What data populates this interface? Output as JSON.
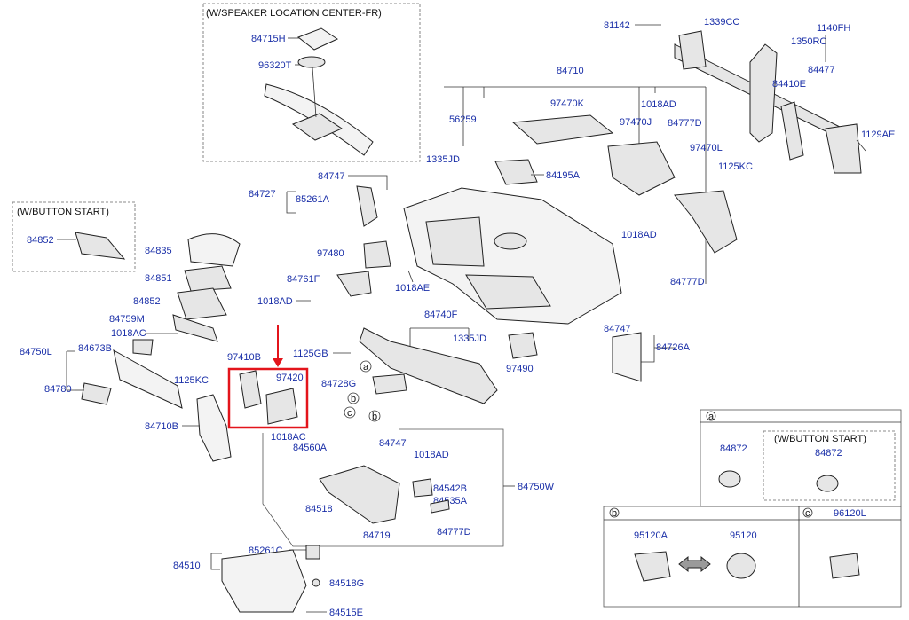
{
  "notes": {
    "speaker": "(W/SPEAKER LOCATION CENTER-FR)",
    "button_start": "(W/BUTTON START)",
    "button_start_inset": "(W/BUTTON START)"
  },
  "labels": {
    "p84715H": "84715H",
    "p96320T": "96320T",
    "p81142": "81142",
    "p1339CC": "1339CC",
    "p1140FH": "1140FH",
    "p1350RC": "1350RC",
    "p84477": "84477",
    "p84410E": "84410E",
    "p1129AE": "1129AE",
    "p1125KC_r": "1125KC",
    "p97470L": "97470L",
    "p84710": "84710",
    "p97470K": "97470K",
    "p1018AD_t": "1018AD",
    "p97470J": "97470J",
    "p84777D_t": "84777D",
    "p56259": "56259",
    "p1335JD_t": "1335JD",
    "p84195A": "84195A",
    "p1018AD_r": "1018AD",
    "p84777D_r": "84777D",
    "p84747_t": "84747",
    "p84727": "84727",
    "p85261A": "85261A",
    "p97480": "97480",
    "p84761F": "84761F",
    "p1018AD_l": "1018AD",
    "p1018AE": "1018AE",
    "p84852_bs": "84852",
    "p84835": "84835",
    "p84851": "84851",
    "p84852": "84852",
    "p84759M": "84759M",
    "p1018AC_t": "1018AC",
    "p84750L": "84750L",
    "p84673B": "84673B",
    "p1125KC_l": "1125KC",
    "p84780": "84780",
    "p97410B": "97410B",
    "p97420": "97420",
    "p84710B": "84710B",
    "p1125GB": "1125GB",
    "p84740F": "84740F",
    "p1335JD_m": "1335JD",
    "p84728G": "84728G",
    "p97490": "97490",
    "p84747_r": "84747",
    "p84726A": "84726A",
    "p1018AC_b": "1018AC",
    "p84560A": "84560A",
    "p84747_b": "84747",
    "p1018AD_b": "1018AD",
    "p84542B": "84542B",
    "p84535A": "84535A",
    "p84750W": "84750W",
    "p84518": "84518",
    "p84719": "84719",
    "p84777D_b": "84777D",
    "p85261C": "85261C",
    "p84510": "84510",
    "p84518G": "84518G",
    "p84515E": "84515E",
    "p84872_a": "84872",
    "p84872_b": "84872",
    "p95120A": "95120A",
    "p95120": "95120",
    "p96120L": "96120L"
  },
  "callouts": {
    "a": "a",
    "b": "b",
    "c": "c"
  },
  "colors": {
    "label": "#1a2fa8",
    "highlight": "#e3141b",
    "line": "#333333"
  }
}
